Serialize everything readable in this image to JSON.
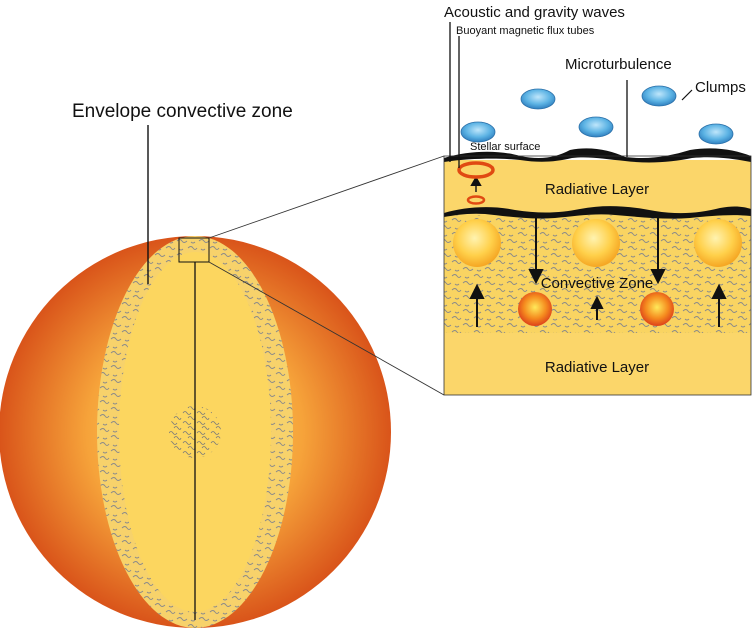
{
  "labels": {
    "envelope": "Envelope convective zone",
    "acoustic": "Acoustic and gravity waves",
    "flux": "Buoyant magnetic flux tubes",
    "micro": "Microturbulence",
    "clumps": "Clumps",
    "surface": "Stellar surface",
    "radiative_top": "Radiative Layer",
    "convective": "Convective Zone",
    "radiative_bottom": "Radiative Layer"
  },
  "colors": {
    "star_outer": "#d9541a",
    "star_mid": "#f39c2c",
    "envelope": "#f7d26b",
    "core": "#fbe27a",
    "layer": "#fbd66a",
    "clump": "#49a9dd",
    "flux": "#e04a12",
    "ink": "#111111"
  }
}
